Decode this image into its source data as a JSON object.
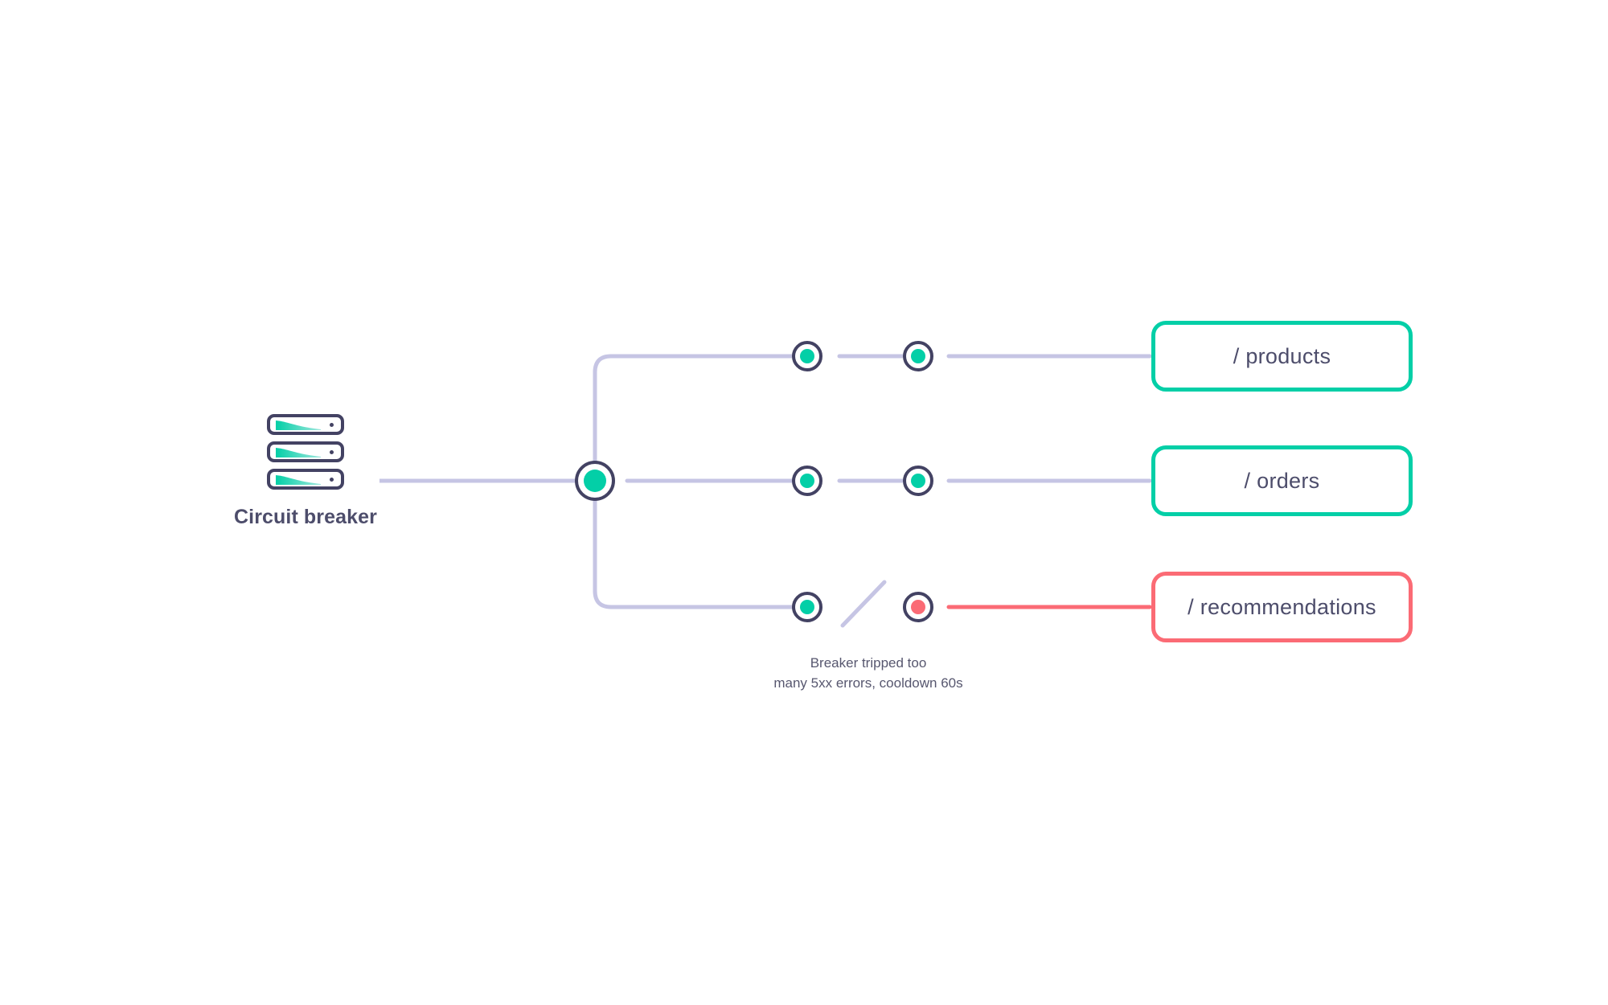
{
  "source": {
    "label": "Circuit breaker",
    "icon": "server-stack-icon",
    "slice_count": 3
  },
  "colors": {
    "ok": "#03cfa7",
    "fail": "#fb6b75",
    "wire": "#c6c5e4",
    "ink": "#434263",
    "text": "#4d4d6b"
  },
  "hub": {
    "name": "router-hub-node",
    "state": "ok"
  },
  "routes": [
    {
      "id": "products",
      "label": "/ products",
      "state": "ok",
      "broken": false,
      "nodes": [
        {
          "state": "ok"
        },
        {
          "state": "ok"
        }
      ]
    },
    {
      "id": "orders",
      "label": "/ orders",
      "state": "ok",
      "broken": false,
      "nodes": [
        {
          "state": "ok"
        },
        {
          "state": "ok"
        }
      ]
    },
    {
      "id": "recommendations",
      "label": "/ recommendations",
      "state": "tripped",
      "broken": true,
      "nodes": [
        {
          "state": "ok"
        },
        {
          "state": "fail"
        }
      ]
    }
  ],
  "caption": {
    "line1": "Breaker tripped too",
    "line2": "many 5xx errors, cooldown 60s"
  }
}
